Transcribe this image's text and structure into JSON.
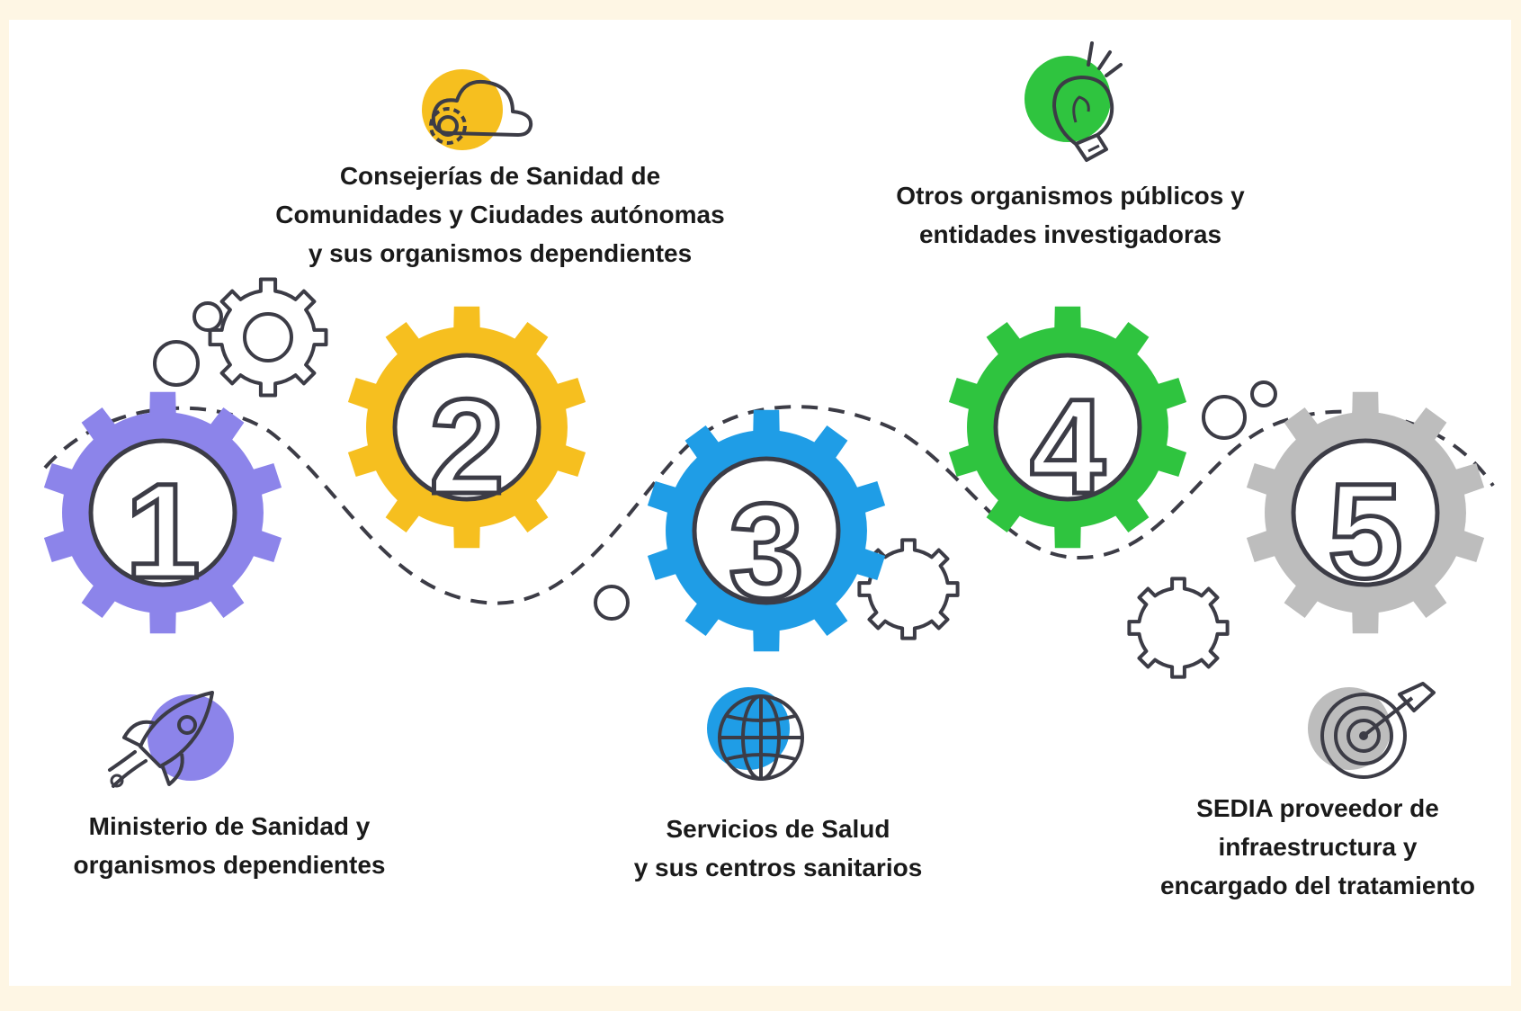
{
  "colors": {
    "background": "#fef6e4",
    "panel": "#ffffff",
    "outline": "#3c3c46",
    "step1": "#8c84ea",
    "step2": "#f6bf1f",
    "step3": "#1f9de6",
    "step4": "#2fc43f",
    "step5": "#bdbdbd"
  },
  "steps": [
    {
      "number": "1",
      "color": "#8c84ea",
      "icon": "rocket-icon",
      "label_lines": [
        "Ministerio de Sanidad y",
        "organismos dependientes"
      ]
    },
    {
      "number": "2",
      "color": "#f6bf1f",
      "icon": "cloud-gear-icon",
      "label_lines": [
        "Consejerías de Sanidad de",
        "Comunidades y Ciudades autónomas",
        "y sus organismos dependientes"
      ]
    },
    {
      "number": "3",
      "color": "#1f9de6",
      "icon": "globe-icon",
      "label_lines": [
        "Servicios de Salud",
        "y sus centros sanitarios"
      ]
    },
    {
      "number": "4",
      "color": "#2fc43f",
      "icon": "lightbulb-icon",
      "label_lines": [
        "Otros organismos públicos y",
        "entidades investigadoras"
      ]
    },
    {
      "number": "5",
      "color": "#bdbdbd",
      "icon": "target-icon",
      "label_lines": [
        "SEDIA proveedor de",
        "infraestructura y",
        "encargado del tratamiento"
      ]
    }
  ]
}
